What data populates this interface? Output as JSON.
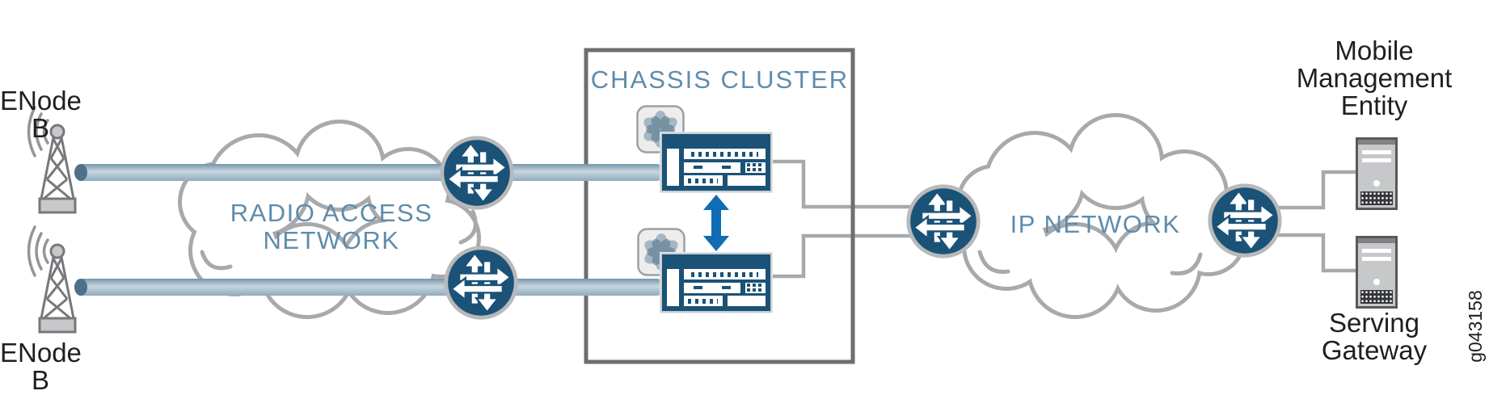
{
  "diagram": {
    "left": {
      "enodeb_top": "ENode B",
      "enodeb_bottom": "ENode B"
    },
    "clouds": {
      "radio_access_network": "RADIO ACCESS NETWORK",
      "ip_network": "IP NETWORK"
    },
    "cluster": {
      "title": "CHASSIS CLUSTER"
    },
    "right": {
      "mobile_management_entity": "Mobile Management Entity",
      "serving_gateway": "Serving Gateway"
    },
    "figure_id": "g043158",
    "icons": {
      "router": "router-icon",
      "cell_tower": "cell-tower-icon",
      "server": "server-icon",
      "fan": "fan-icon",
      "firewall_device": "srx-device-icon",
      "cluster_link": "double-arrow-icon",
      "pipe": "thick-link-pipe",
      "cloud": "network-cloud"
    },
    "colors": {
      "router_navy": "#1b5277",
      "steel_label": "#5f8cab",
      "black_label": "#1f1f21",
      "cloud_outline": "#a7a9ac",
      "cluster_box_border": "#6d6e71",
      "pipe_fill": "#9db8c9",
      "cluster_link_arrow": "#0e6db5",
      "device_panel": "#1b5277",
      "hardware_gray": "#c6c8ca"
    }
  }
}
